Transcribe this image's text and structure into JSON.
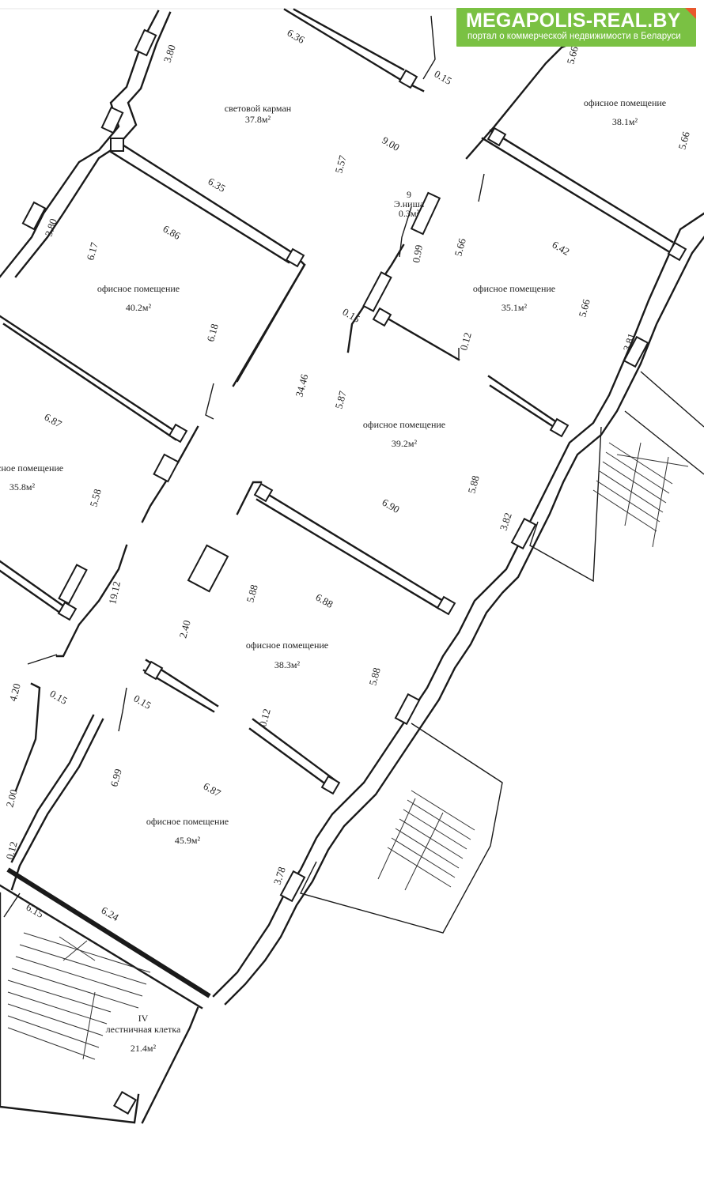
{
  "watermark": {
    "title": "MEGAPOLIS-REAL.BY",
    "subtitle": "портал о коммерческой недвижимости в Беларуси",
    "brand_color": "#7ac143",
    "corner_color": "#e8582c"
  },
  "rooms": {
    "light_pocket": {
      "name": "световой карман",
      "area": "37.8м²"
    },
    "office_381": {
      "name": "офисное помещение",
      "area": "38.1м²"
    },
    "niche": {
      "number": "9",
      "name": "Э.ниша",
      "area": "0.3м²"
    },
    "office_402": {
      "name": "офисное помещение",
      "area": "40.2м²"
    },
    "office_351": {
      "name": "офисное помещение",
      "area": "35.1м²"
    },
    "office_358": {
      "name": "офисное помещение",
      "area": "35.8м²"
    },
    "office_392": {
      "name": "офисное помещение",
      "area": "39.2м²"
    },
    "office_383": {
      "name": "офисное помещение",
      "area": "38.3м²"
    },
    "office_459": {
      "name": "офисное помещение",
      "area": "45.9м²"
    },
    "stairwell": {
      "number": "IV",
      "name": "лестничная клетка",
      "area": "21.4м²"
    }
  },
  "dimensions": [
    "3.80",
    "6.36",
    "0.15",
    "5.66",
    "9.00",
    "5.57",
    "5.66",
    "6.35",
    "3.80",
    "6.17",
    "6.86",
    "0.99",
    "5.66",
    "6.42",
    "6.18",
    "0.15",
    "0.12",
    "5.66",
    "3.81",
    "34.46",
    "5.87",
    "6.87",
    "5.58",
    "5.88",
    "6.90",
    "3.82",
    "19.12",
    "5.88",
    "6.88",
    "2.40",
    "5.88",
    "4.20",
    "0.15",
    "0.15",
    "0.12",
    "6.99",
    "6.87",
    "2.00",
    "0.12",
    "3.78",
    "6.15",
    "6.24"
  ]
}
